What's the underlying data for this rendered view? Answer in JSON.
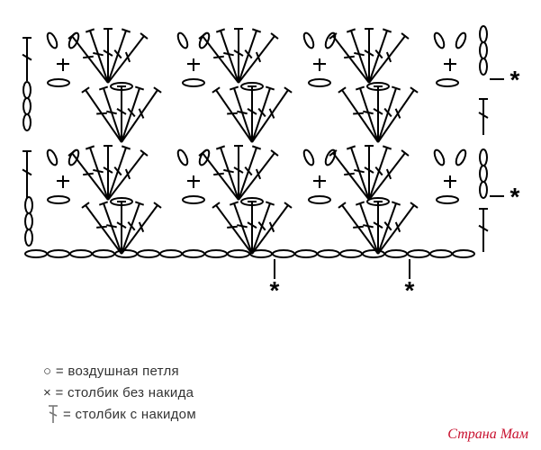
{
  "legend": [
    {
      "symbol": "chain-icon",
      "text": "○ = воздушная петля"
    },
    {
      "symbol": "single-crochet-icon",
      "text": "× = столбик без накида"
    },
    {
      "symbol": "double-crochet-icon",
      "text": "= столбик с накидом"
    }
  ],
  "diagram": {
    "repeat_marker": "*"
  },
  "watermark": "Страна Мам"
}
